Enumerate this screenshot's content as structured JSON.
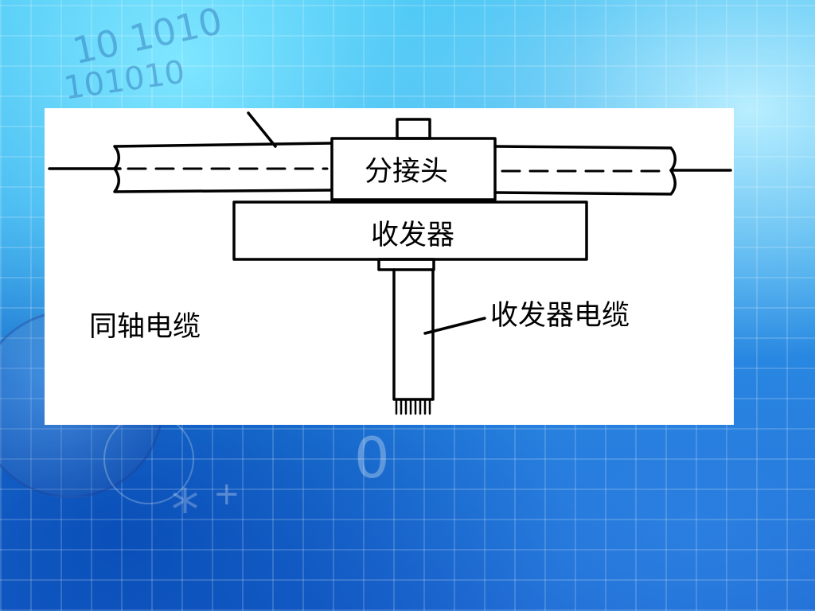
{
  "diagram": {
    "labels": {
      "tap": "分接头",
      "transceiver": "收发器",
      "transceiver_cable": "收发器电缆",
      "coax_cable": "同轴电缆"
    }
  },
  "background": {
    "colors": {
      "top": "#33b8f0",
      "bottom": "#1b62cf"
    }
  },
  "panel": {
    "color": "#ffffff",
    "line_color": "#000000"
  }
}
